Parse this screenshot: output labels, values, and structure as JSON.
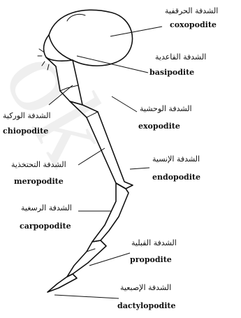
{
  "labels": {
    "coxopodite": {
      "ar": "الشدفة الحرقفية",
      "en": "coxopodite"
    },
    "basipodite": {
      "ar": "الشدفة القاعدية",
      "en": "basipodite"
    },
    "ischiopodite": {
      "ar": "الشدفة الوركية",
      "en": "chiopodite"
    },
    "exopodite": {
      "ar": "الشدفة الوحشية",
      "en": "exopodite"
    },
    "meropodite": {
      "ar": "الشدفة التحتخذية",
      "en": "meropodite"
    },
    "endopodite": {
      "ar": "الشدفة الإنسية",
      "en": "endopodite"
    },
    "carpopodite": {
      "ar": "الشدفة الرسغية",
      "en": "carpopodite"
    },
    "propodite": {
      "ar": "الشدفة القبلية",
      "en": "propodite"
    },
    "dactylopodite": {
      "ar": "الشدفة الإصبعية",
      "en": "dactylopodite"
    }
  },
  "watermark": "ok"
}
